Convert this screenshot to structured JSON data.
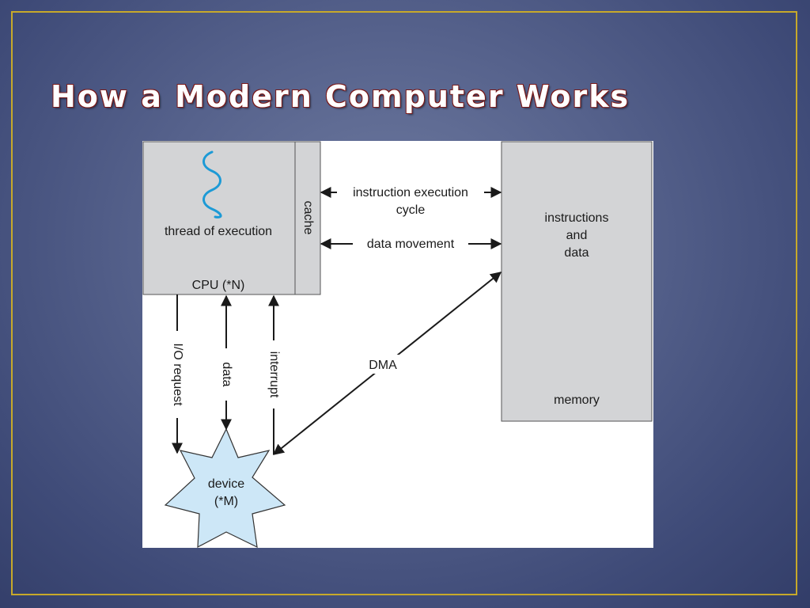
{
  "slide": {
    "title": "How a Modern Computer Works"
  },
  "diagram": {
    "cpu": {
      "thread_label": "thread of execution",
      "cpu_label": "CPU (*N)",
      "cache_label": "cache",
      "thread_icon": "wavy-line-icon"
    },
    "memory": {
      "contents_line1": "instructions",
      "contents_line2": "and",
      "contents_line3": "data",
      "label": "memory"
    },
    "device": {
      "line1": "device",
      "line2": "(*M)"
    },
    "arrows": {
      "instruction_cycle_line1": "instruction execution",
      "instruction_cycle_line2": "cycle",
      "data_movement": "data movement",
      "io_request": "I/O request",
      "data": "data",
      "interrupt": "interrupt",
      "dma": "DMA"
    },
    "colors": {
      "box_fill": "#d3d4d6",
      "device_fill": "#cde7f7",
      "thread_stroke": "#1c9ad6"
    }
  }
}
